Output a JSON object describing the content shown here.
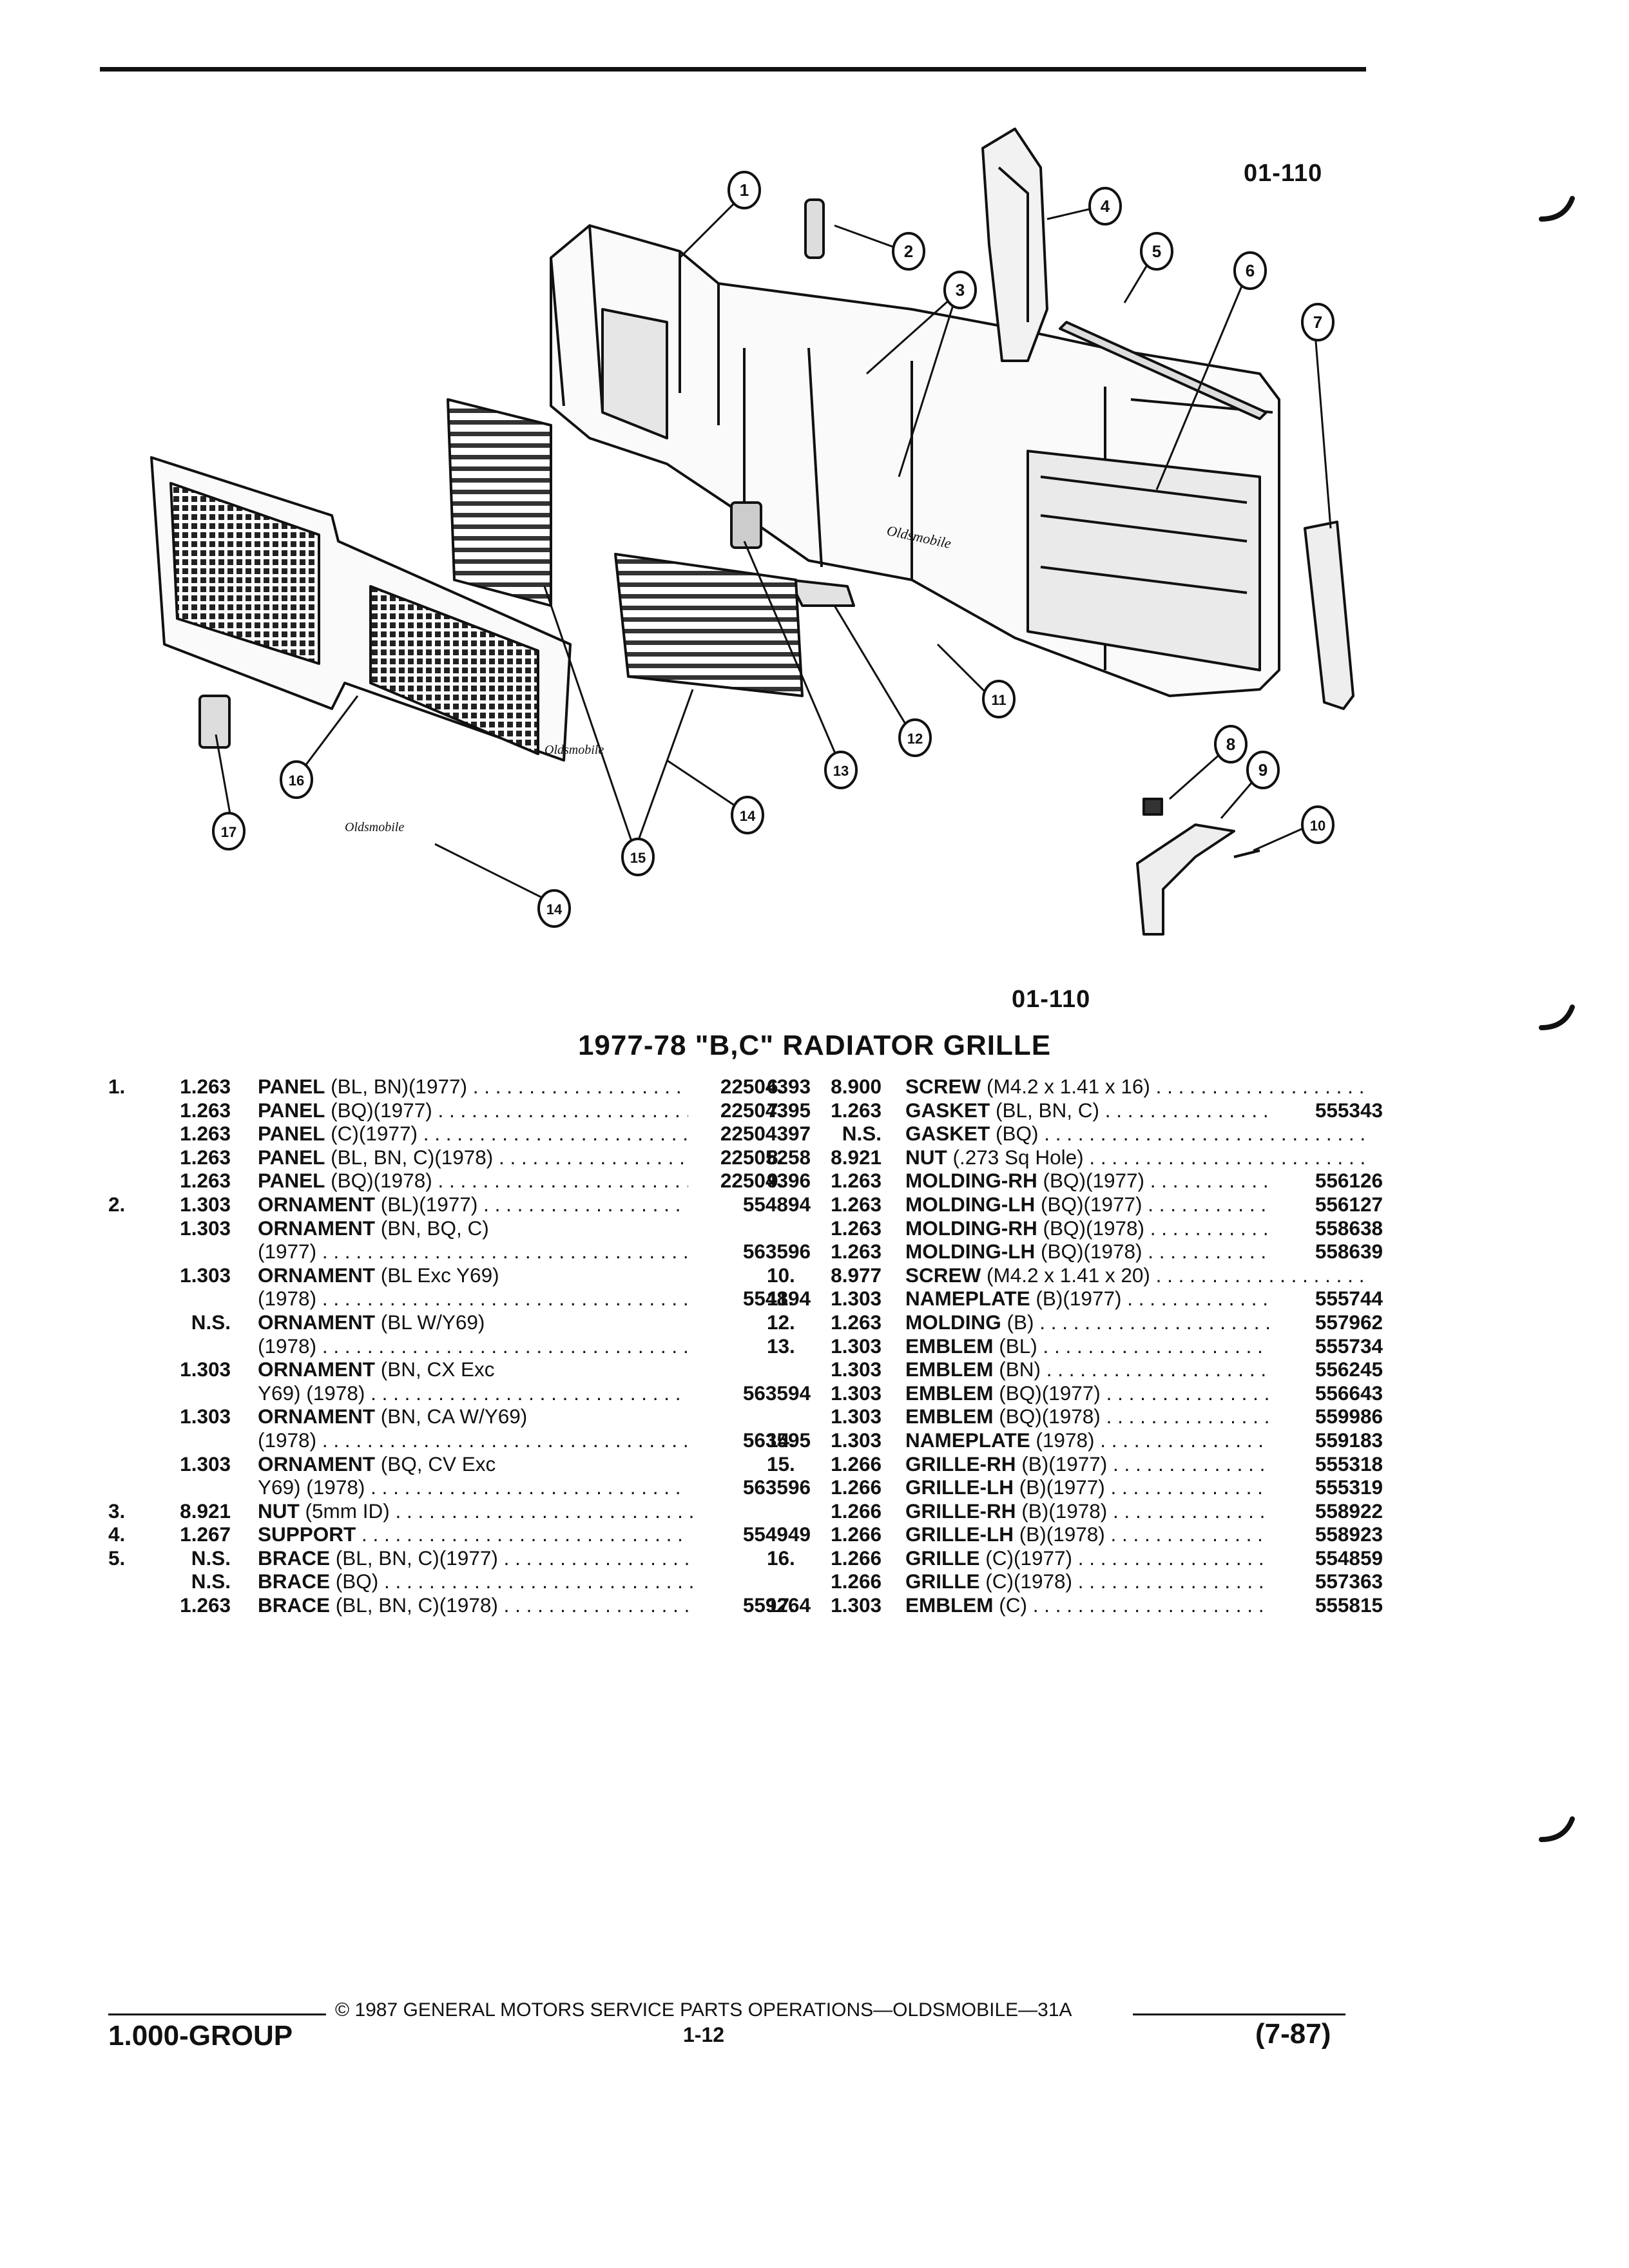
{
  "figure": {
    "code_top": "01-110",
    "code_bottom": "01-110"
  },
  "callouts": [
    "1",
    "2",
    "3",
    "4",
    "5",
    "6",
    "7",
    "8",
    "9",
    "10",
    "11",
    "12",
    "13",
    "14",
    "14",
    "15",
    "16",
    "17"
  ],
  "title": "1977-78 \"B,C\" RADIATOR GRILLE",
  "left_rows": [
    {
      "ref": "1.",
      "grp": "1.263",
      "name": "PANEL",
      "qual": " (BL, BN)(1977)",
      "pn": "22504393"
    },
    {
      "ref": "",
      "grp": "1.263",
      "name": "PANEL",
      "qual": " (BQ)(1977)",
      "pn": "22504395"
    },
    {
      "ref": "",
      "grp": "1.263",
      "name": "PANEL",
      "qual": " (C)(1977)",
      "pn": "22504397"
    },
    {
      "ref": "",
      "grp": "1.263",
      "name": "PANEL",
      "qual": " (BL, BN, C)(1978)",
      "pn": "22505258"
    },
    {
      "ref": "",
      "grp": "1.263",
      "name": "PANEL",
      "qual": " (BQ)(1978)",
      "pn": "22504396"
    },
    {
      "ref": "2.",
      "grp": "1.303",
      "name": "ORNAMENT",
      "qual": " (BL)(1977)",
      "pn": "554894"
    },
    {
      "ref": "",
      "grp": "1.303",
      "name": "ORNAMENT",
      "qual": " (BN, BQ, C)",
      "pn": "",
      "nolead": true
    },
    {
      "ref": "",
      "grp": "",
      "name": "",
      "qual": "(1977)",
      "pn": "563596"
    },
    {
      "ref": "",
      "grp": "1.303",
      "name": "ORNAMENT",
      "qual": " (BL Exc Y69)",
      "pn": "",
      "nolead": true
    },
    {
      "ref": "",
      "grp": "",
      "name": "",
      "qual": "(1978)",
      "pn": "554894"
    },
    {
      "ref": "",
      "grp": "N.S.",
      "name": "ORNAMENT",
      "qual": " (BL W/Y69)",
      "pn": "",
      "nolead": true
    },
    {
      "ref": "",
      "grp": "",
      "name": "",
      "qual": "(1978)",
      "pn": ""
    },
    {
      "ref": "",
      "grp": "1.303",
      "name": "ORNAMENT",
      "qual": " (BN, CX Exc",
      "pn": "",
      "nolead": true
    },
    {
      "ref": "",
      "grp": "",
      "name": "",
      "qual": "Y69) (1978)",
      "pn": "563594"
    },
    {
      "ref": "",
      "grp": "1.303",
      "name": "ORNAMENT",
      "qual": " (BN, CA W/Y69)",
      "pn": "",
      "nolead": true
    },
    {
      "ref": "",
      "grp": "",
      "name": "",
      "qual": "(1978)",
      "pn": "563595"
    },
    {
      "ref": "",
      "grp": "1.303",
      "name": "ORNAMENT",
      "qual": " (BQ, CV Exc",
      "pn": "",
      "nolead": true
    },
    {
      "ref": "",
      "grp": "",
      "name": "",
      "qual": "Y69) (1978)",
      "pn": "563596"
    },
    {
      "ref": "3.",
      "grp": "8.921",
      "name": "NUT",
      "qual": " (5mm ID)",
      "pn": ""
    },
    {
      "ref": "4.",
      "grp": "1.267",
      "name": "SUPPORT",
      "qual": "",
      "pn": "554949"
    },
    {
      "ref": "5.",
      "grp": "N.S.",
      "name": "BRACE",
      "qual": " (BL, BN, C)(1977)",
      "pn": ""
    },
    {
      "ref": "",
      "grp": "N.S.",
      "name": "BRACE",
      "qual": " (BQ)",
      "pn": ""
    },
    {
      "ref": "",
      "grp": "1.263",
      "name": "BRACE",
      "qual": " (BL, BN, C)(1978)",
      "pn": "559264"
    }
  ],
  "right_rows": [
    {
      "ref": "6.",
      "grp": "8.900",
      "name": "SCREW",
      "qual": " (M4.2 x 1.41 x 16)",
      "pn": ""
    },
    {
      "ref": "7.",
      "grp": "1.263",
      "name": "GASKET",
      "qual": " (BL, BN, C)",
      "pn": "555343"
    },
    {
      "ref": "",
      "grp": "N.S.",
      "name": "GASKET",
      "qual": " (BQ)",
      "pn": ""
    },
    {
      "ref": "8.",
      "grp": "8.921",
      "name": "NUT",
      "qual": " (.273 Sq Hole)",
      "pn": ""
    },
    {
      "ref": "9.",
      "grp": "1.263",
      "name": "MOLDING-RH",
      "qual": " (BQ)(1977)",
      "pn": "556126"
    },
    {
      "ref": "",
      "grp": "1.263",
      "name": "MOLDING-LH",
      "qual": " (BQ)(1977)",
      "pn": "556127"
    },
    {
      "ref": "",
      "grp": "1.263",
      "name": "MOLDING-RH",
      "qual": " (BQ)(1978)",
      "pn": "558638"
    },
    {
      "ref": "",
      "grp": "1.263",
      "name": "MOLDING-LH",
      "qual": " (BQ)(1978)",
      "pn": "558639"
    },
    {
      "ref": "10.",
      "grp": "8.977",
      "name": "SCREW",
      "qual": " (M4.2 x 1.41 x 20)",
      "pn": ""
    },
    {
      "ref": "11.",
      "grp": "1.303",
      "name": "NAMEPLATE",
      "qual": " (B)(1977)",
      "pn": "555744"
    },
    {
      "ref": "12.",
      "grp": "1.263",
      "name": "MOLDING",
      "qual": " (B)",
      "pn": "557962"
    },
    {
      "ref": "13.",
      "grp": "1.303",
      "name": "EMBLEM",
      "qual": " (BL)",
      "pn": "555734"
    },
    {
      "ref": "",
      "grp": "1.303",
      "name": "EMBLEM",
      "qual": " (BN)",
      "pn": "556245"
    },
    {
      "ref": "",
      "grp": "1.303",
      "name": "EMBLEM",
      "qual": " (BQ)(1977)",
      "pn": "556643"
    },
    {
      "ref": "",
      "grp": "1.303",
      "name": "EMBLEM",
      "qual": " (BQ)(1978)",
      "pn": "559986"
    },
    {
      "ref": "14.",
      "grp": "1.303",
      "name": "NAMEPLATE",
      "qual": " (1978)",
      "pn": "559183"
    },
    {
      "ref": "15.",
      "grp": "1.266",
      "name": "GRILLE-RH",
      "qual": " (B)(1977)",
      "pn": "555318"
    },
    {
      "ref": "",
      "grp": "1.266",
      "name": "GRILLE-LH",
      "qual": " (B)(1977)",
      "pn": "555319"
    },
    {
      "ref": "",
      "grp": "1.266",
      "name": "GRILLE-RH",
      "qual": " (B)(1978)",
      "pn": "558922"
    },
    {
      "ref": "",
      "grp": "1.266",
      "name": "GRILLE-LH",
      "qual": " (B)(1978)",
      "pn": "558923"
    },
    {
      "ref": "16.",
      "grp": "1.266",
      "name": "GRILLE",
      "qual": " (C)(1977)",
      "pn": "554859"
    },
    {
      "ref": "",
      "grp": "1.266",
      "name": "GRILLE",
      "qual": " (C)(1978)",
      "pn": "557363"
    },
    {
      "ref": "17.",
      "grp": "1.303",
      "name": "EMBLEM",
      "qual": " (C)",
      "pn": "555815"
    }
  ],
  "footer": {
    "copyright": "© 1987 GENERAL MOTORS SERVICE PARTS OPERATIONS—OLDSMOBILE—31A",
    "group": "1.000-GROUP",
    "page": "1-12",
    "revision": "(7-87)"
  }
}
